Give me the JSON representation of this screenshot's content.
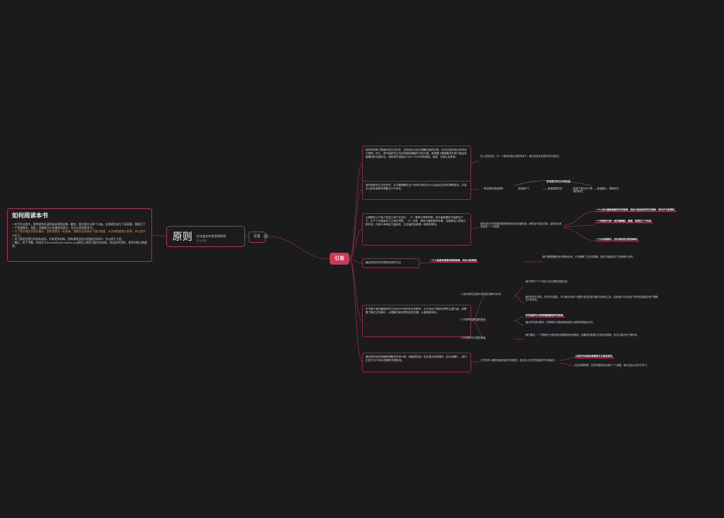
{
  "guide": {
    "title": "如何阅读本书",
    "lines": [
      "• 在写作过程中，我考虑到开读和阅读两种选择。最终，我们将在分两个分量。这说明后来为了阅读要，我能写了一个快速版本。因此，读者能可以快速阅读部分，也可以阅读整本书。",
      "• 为了更好地应对现实情况，我希望首先一些讲来。我将在这些情况下加以描述，从总体角度加以说明，并以此作为起点。",
      "• 对于要验证我们的所有材料，并有更多材料。我有意将这些内容放在附录中，并以便于大家。",
      "• 最后，除了书籍，其他关于economicprinciples.org网站上参阅大量补充材料，包括参考资料、更多的统计数据等。"
    ]
  },
  "root": {
    "title": "原则",
    "subtitle": "应对变化中的世界秩序",
    "note": "瑞·达利欧"
  },
  "pill": "引言",
  "collapse": "-",
  "center": "引言",
  "branches": [
    {
      "text": "除非研究和了解我们的过去历史，否则我无法真正理解当前的形势。也无法自信地对未来进行预测。所以，我开始研究过去的帝国和储备货币的兴衰。我想要了解储备货币的兴衰及其重要性和关键变化。我的研究范围为1930-1945年的美国、英国、中国以及其他。",
      "note": "在上述的当前，在一个新的开始出现的背景下，我们应该关注更多的东西发生。"
    },
    {
      "text": "我开始研究过去的历史，并试图理解在这个世界中我们为什么会经历这样的周期变化，并尝试以新的视角来理解当下与未来。",
      "chain": [
        "一种全新的框架视角",
        "新增资产1",
        "新增因果关系",
        "新增了更多关于周期的研究",
        "新增图示、周期评估"
      ],
      "chain_title": "新增模式转化的演进图"
    },
    {
      "text": "大周期在以下每个阶段之间产生变化：（1）繁荣与萧条时期。其中最重要的方面是生产力、生产力与国家实力之间的关联。（2）战争、革命与重新建构时期。当国家陷入财富分配冲突、内部斗争和权力重组时，往往最终结果是一种新的秩序。",
      "note": "我发现在不同时期的国家都有相似的发展轨迹，都有其兴衰的过程。这段历史其实就是一个大周期。",
      "red": [
        "一个人的大脑能理解历史的规律，然后才能总结的历史规律，有时并不能预知。",
        "一个帝国的兴衰：经历着崛起、鼎盛、衰落这三个阶段。",
        "一个大的周期中，内外部的变化是持续的。"
      ]
    },
    {
      "text": "通过研究历史来预测未来的方法",
      "red": "一个人能看得清楚的事物规律，然后才能预测。",
      "note": "我们需要理解历史来预测未来，只有理解了过去的周期，我们才能看清当下的局势与未来。"
    },
    {
      "text": "本书基于我的最新研究与对近500年的历史的研究，从中总结了塑造世界的主要力量。我需要了解过去的事件，以理解当前世界所处的位置，以便展望未来。",
      "sub": [
        {
          "label": "1.我在研究过程中发现的规律与未来",
          "t1": "我们研究了几个世纪以来主要的帝国兴衰。",
          "t2": "我在研究中发现，历史总在重复，可以看出在每个帝国兴衰的过程中都存在相似之处，因此我们可以把这个研究的结果应用于理解当下和未来。"
        },
        {
          "label": "2.内部秩序和国际秩序",
          "t1": "通过研究我们看到，内部秩序与国际秩序都是以相同的周期运行的。",
          "red": "所有国家的兴衰都遵循着相同的规律。"
        },
        {
          "label": "3.外部秩序与国际秩序",
          "t1": "我们看到，一个国家的兴衰有其内部原因和外部原因，如果我们能够认识到这些规律，就可以更好地了解未来。"
        }
      ]
    },
    {
      "text": "通过研究这些帝国和储备货币的兴衰，我能够发现一些反复出现的模式（如大周期），我们正处于约75年大周期的末尾阶段。",
      "note": "几乎所有人都是依赖经验进行判断的，但实际上历史的重演是不可避免的。",
      "red": "人类历史发展的规律是可以被发现的。",
      "note2": "在这些周期里，历史的重演告诉我们一个道理，我们应该从历史中学习。"
    }
  ]
}
